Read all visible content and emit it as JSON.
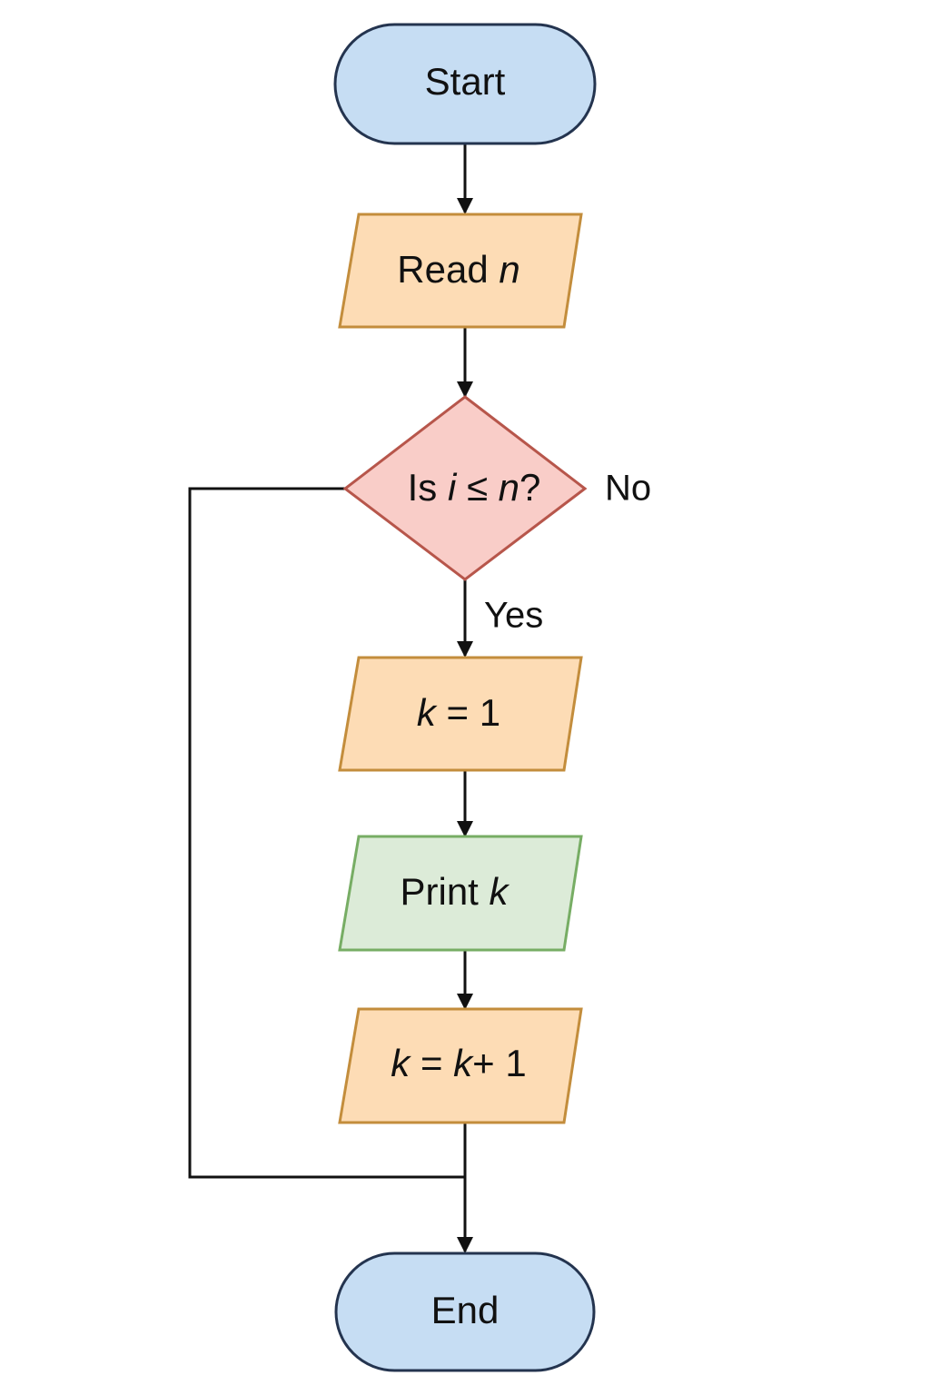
{
  "colors": {
    "terminal_fill": "#c6ddf3",
    "terminal_stroke": "#24344f",
    "process_fill": "#fddcb5",
    "process_stroke": "#c38d3c",
    "decision_fill": "#f9cdc8",
    "decision_stroke": "#b7564b",
    "output_fill": "#dcebd8",
    "output_stroke": "#77ad64",
    "edge": "#111111"
  },
  "nodes": {
    "start": {
      "label": "Start"
    },
    "read": {
      "label_prefix": "Read ",
      "var": "n"
    },
    "decision": {
      "prefix": "Is ",
      "var1": "i",
      "op": " ≤ ",
      "var2": "n",
      "suffix": "?"
    },
    "init": {
      "var": "k",
      "rest": " = 1"
    },
    "print": {
      "label_prefix": "Print ",
      "var": "k"
    },
    "increment": {
      "var1": "k",
      "mid": " = ",
      "var2": "k",
      "rest": "+ 1"
    },
    "end": {
      "label": "End"
    }
  },
  "edges": {
    "yes_label": "Yes",
    "no_label": "No"
  }
}
